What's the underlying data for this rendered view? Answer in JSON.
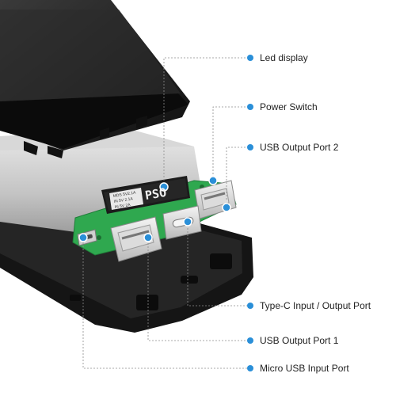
{
  "annotations": [
    {
      "label": "Led display",
      "pointer_color": "#2a8fd8"
    },
    {
      "label": "Power Switch",
      "pointer_color": "#2a8fd8"
    },
    {
      "label": "USB Output Port 2",
      "pointer_color": "#2a8fd8"
    },
    {
      "label": "Type-C Input / Output Port",
      "pointer_color": "#2a8fd8"
    },
    {
      "label": "USB Output Port 1",
      "pointer_color": "#2a8fd8"
    },
    {
      "label": "Micro USB Input Port",
      "pointer_color": "#2a8fd8"
    }
  ],
  "display": {
    "readout": "PSO",
    "line_1": "MDS 5V2.1A",
    "line_2": "IN 5V 2.1A",
    "line_3": "IN 5V 2A"
  },
  "colors": {
    "accent": "#2a8fd8",
    "case": "#1a1a1a",
    "pcb": "#2fa84f",
    "shell": "#c8c8c8"
  }
}
